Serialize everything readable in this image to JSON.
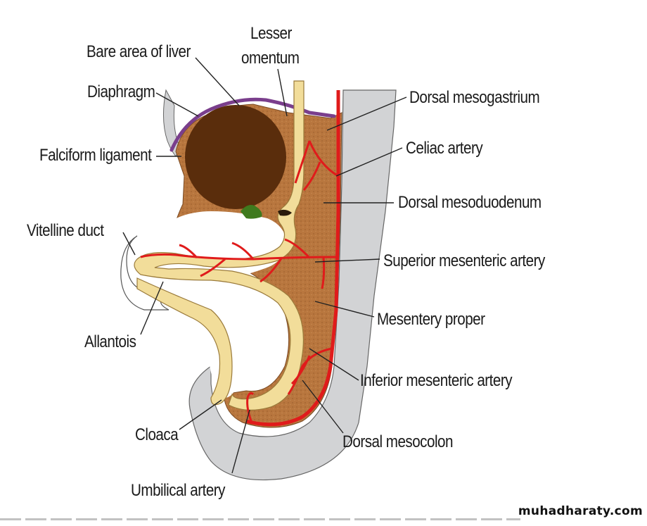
{
  "labels": {
    "lesser_omentum_1": "Lesser",
    "lesser_omentum_2": "omentum",
    "bare_area_of_liver": "Bare area of liver",
    "diaphragm": "Diaphragm",
    "falciform_ligament": "Falciform ligament",
    "vitelline_duct": "Vitelline duct",
    "allantois": "Allantois",
    "cloaca": "Cloaca",
    "umbilical_artery": "Umbilical artery",
    "dorsal_mesogastrium": "Dorsal mesogastrium",
    "celiac_artery": "Celiac artery",
    "dorsal_mesoduodenum": "Dorsal mesoduodenum",
    "superior_mesenteric_artery": "Superior mesenteric artery",
    "mesentery_proper": "Mesentery proper",
    "inferior_mesenteric_artery": "Inferior mesenteric artery",
    "dorsal_mesocolon": "Dorsal mesocolon"
  },
  "watermark": "muhadharaty.com",
  "colors": {
    "body_wall": "#d2d3d5",
    "mesentery": "#b8763e",
    "liver": "#5a2d0c",
    "gut": "#f2dd9a",
    "artery": "#e01b1b",
    "diaphragm": "#7a3e8c",
    "gallbladder": "#3f7a1e",
    "outline": "#444444"
  }
}
